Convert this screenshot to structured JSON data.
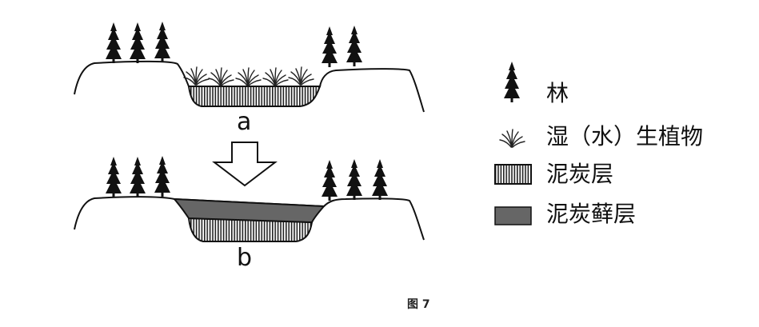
{
  "panel_a": {
    "label": "a"
  },
  "panel_b": {
    "label": "b"
  },
  "legend": {
    "items": [
      {
        "icon": "conifer-tree-icon",
        "label": "林"
      },
      {
        "icon": "wetland-plant-icon",
        "label": "湿（水）生植物"
      },
      {
        "icon": "peat-layer-swatch",
        "label": "泥炭层"
      },
      {
        "icon": "peat-moss-layer-swatch",
        "label": "泥炭藓层"
      }
    ]
  },
  "caption": "图 7",
  "colors": {
    "line": "#111111",
    "peat_moss_fill": "#666666",
    "peat_stripe": "#222222"
  }
}
